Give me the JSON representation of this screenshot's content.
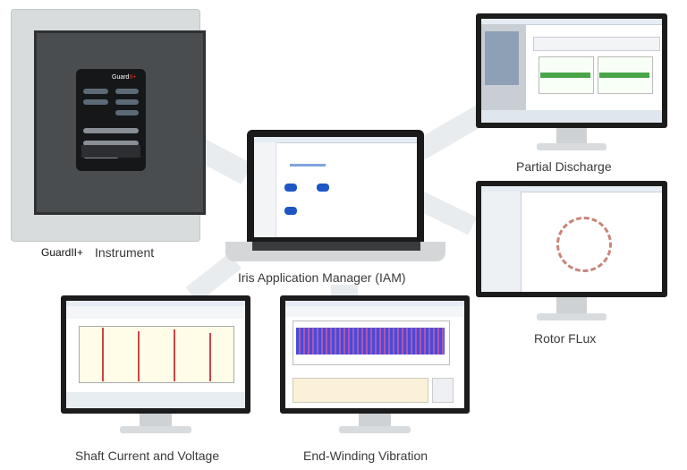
{
  "labels": {
    "guardii": "GuardII+",
    "instrument": "Instrument",
    "iam": "Iris Application Manager (IAM)",
    "partial_discharge": "Partial Discharge",
    "rotor_flux": "Rotor FLux",
    "shaft": "Shaft Current and Voltage",
    "end_winding": "End-Winding Vibration"
  },
  "instrument_logo": {
    "prefix": "Guard",
    "suffix": "II+"
  }
}
